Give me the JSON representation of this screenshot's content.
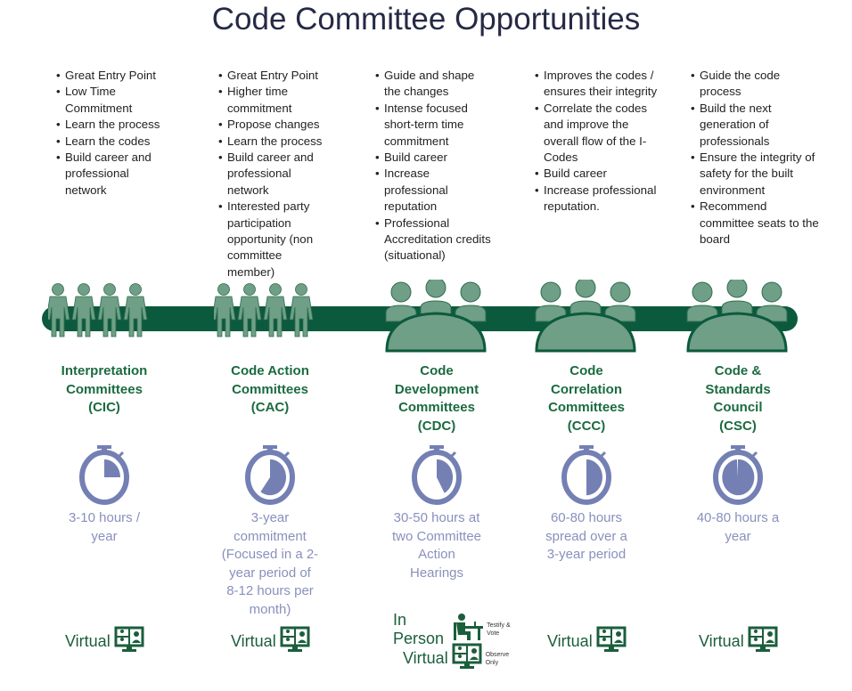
{
  "title": "Code Committee Opportunities",
  "colors": {
    "bar": "#0c5a3e",
    "figure": "#6f9f86",
    "timer": "#7480b4",
    "name": "#1b6b40",
    "hours": "#8990bd"
  },
  "columns": [
    {
      "bullets": [
        "Great Entry Point",
        "Low Time Commitment",
        "Learn the process",
        "Learn the codes",
        "Build career and professional network"
      ],
      "name_lines": [
        "Interpretation",
        "Committees",
        "(CIC)"
      ],
      "icon": "people-group-icon",
      "timer_fraction": 0.25,
      "hours_lines": [
        "3-10 hours /",
        "year"
      ],
      "modes": [
        {
          "label": "Virtual",
          "icon": "virtual-meeting-icon"
        }
      ]
    },
    {
      "bullets": [
        "Great Entry Point",
        "Higher time commitment",
        "Propose changes",
        "Learn the process",
        "Build career and professional network",
        "Interested party participation opportunity (non committee member)"
      ],
      "name_lines": [
        "Code Action",
        "Committees",
        "(CAC)"
      ],
      "icon": "people-group-icon",
      "timer_fraction": 0.6,
      "hours_lines": [
        "3-year",
        "commitment",
        "(Focused in a 2-",
        "year period of",
        "8-12 hours per",
        "month)"
      ],
      "modes": [
        {
          "label": "Virtual",
          "icon": "virtual-meeting-icon"
        }
      ]
    },
    {
      "bullets": [
        "Guide and shape the changes",
        "Intense focused short-term time commitment",
        "Build career",
        "Increase professional reputation",
        "Professional Accreditation credits (situational)"
      ],
      "name_lines": [
        "Code",
        "Development",
        "Committees",
        "(CDC)"
      ],
      "icon": "table-meeting-icon",
      "timer_fraction": 0.42,
      "hours_lines": [
        "30-50 hours at",
        "two Committee",
        "Action",
        "Hearings"
      ],
      "modes": [
        {
          "label": "In Person",
          "icon": "in-person-desk-icon",
          "note": "Testify & Vote"
        },
        {
          "label": "Virtual",
          "icon": "virtual-meeting-icon",
          "note": "Observe Only"
        }
      ]
    },
    {
      "bullets": [
        "Improves the codes / ensures their integrity",
        "Correlate the codes and improve the overall flow of the I-Codes",
        "Build career",
        "Increase professional reputation."
      ],
      "name_lines": [
        "Code",
        "Correlation",
        "Committees",
        "(CCC)"
      ],
      "icon": "table-meeting-icon",
      "timer_fraction": 0.5,
      "hours_lines": [
        "60-80 hours",
        "spread over a",
        "3-year period"
      ],
      "modes": [
        {
          "label": "Virtual",
          "icon": "virtual-meeting-icon"
        }
      ]
    },
    {
      "bullets": [
        "Guide the code process",
        "Build the next generation of professionals",
        "Ensure the integrity of safety for the built environment",
        "Recommend committee seats to the board"
      ],
      "name_lines": [
        "Code &",
        "Standards",
        "Council",
        "(CSC)"
      ],
      "icon": "table-meeting-icon",
      "timer_fraction": 0.99,
      "hours_lines": [
        "40-80 hours a",
        "year"
      ],
      "modes": [
        {
          "label": "Virtual",
          "icon": "virtual-meeting-icon"
        }
      ]
    }
  ]
}
